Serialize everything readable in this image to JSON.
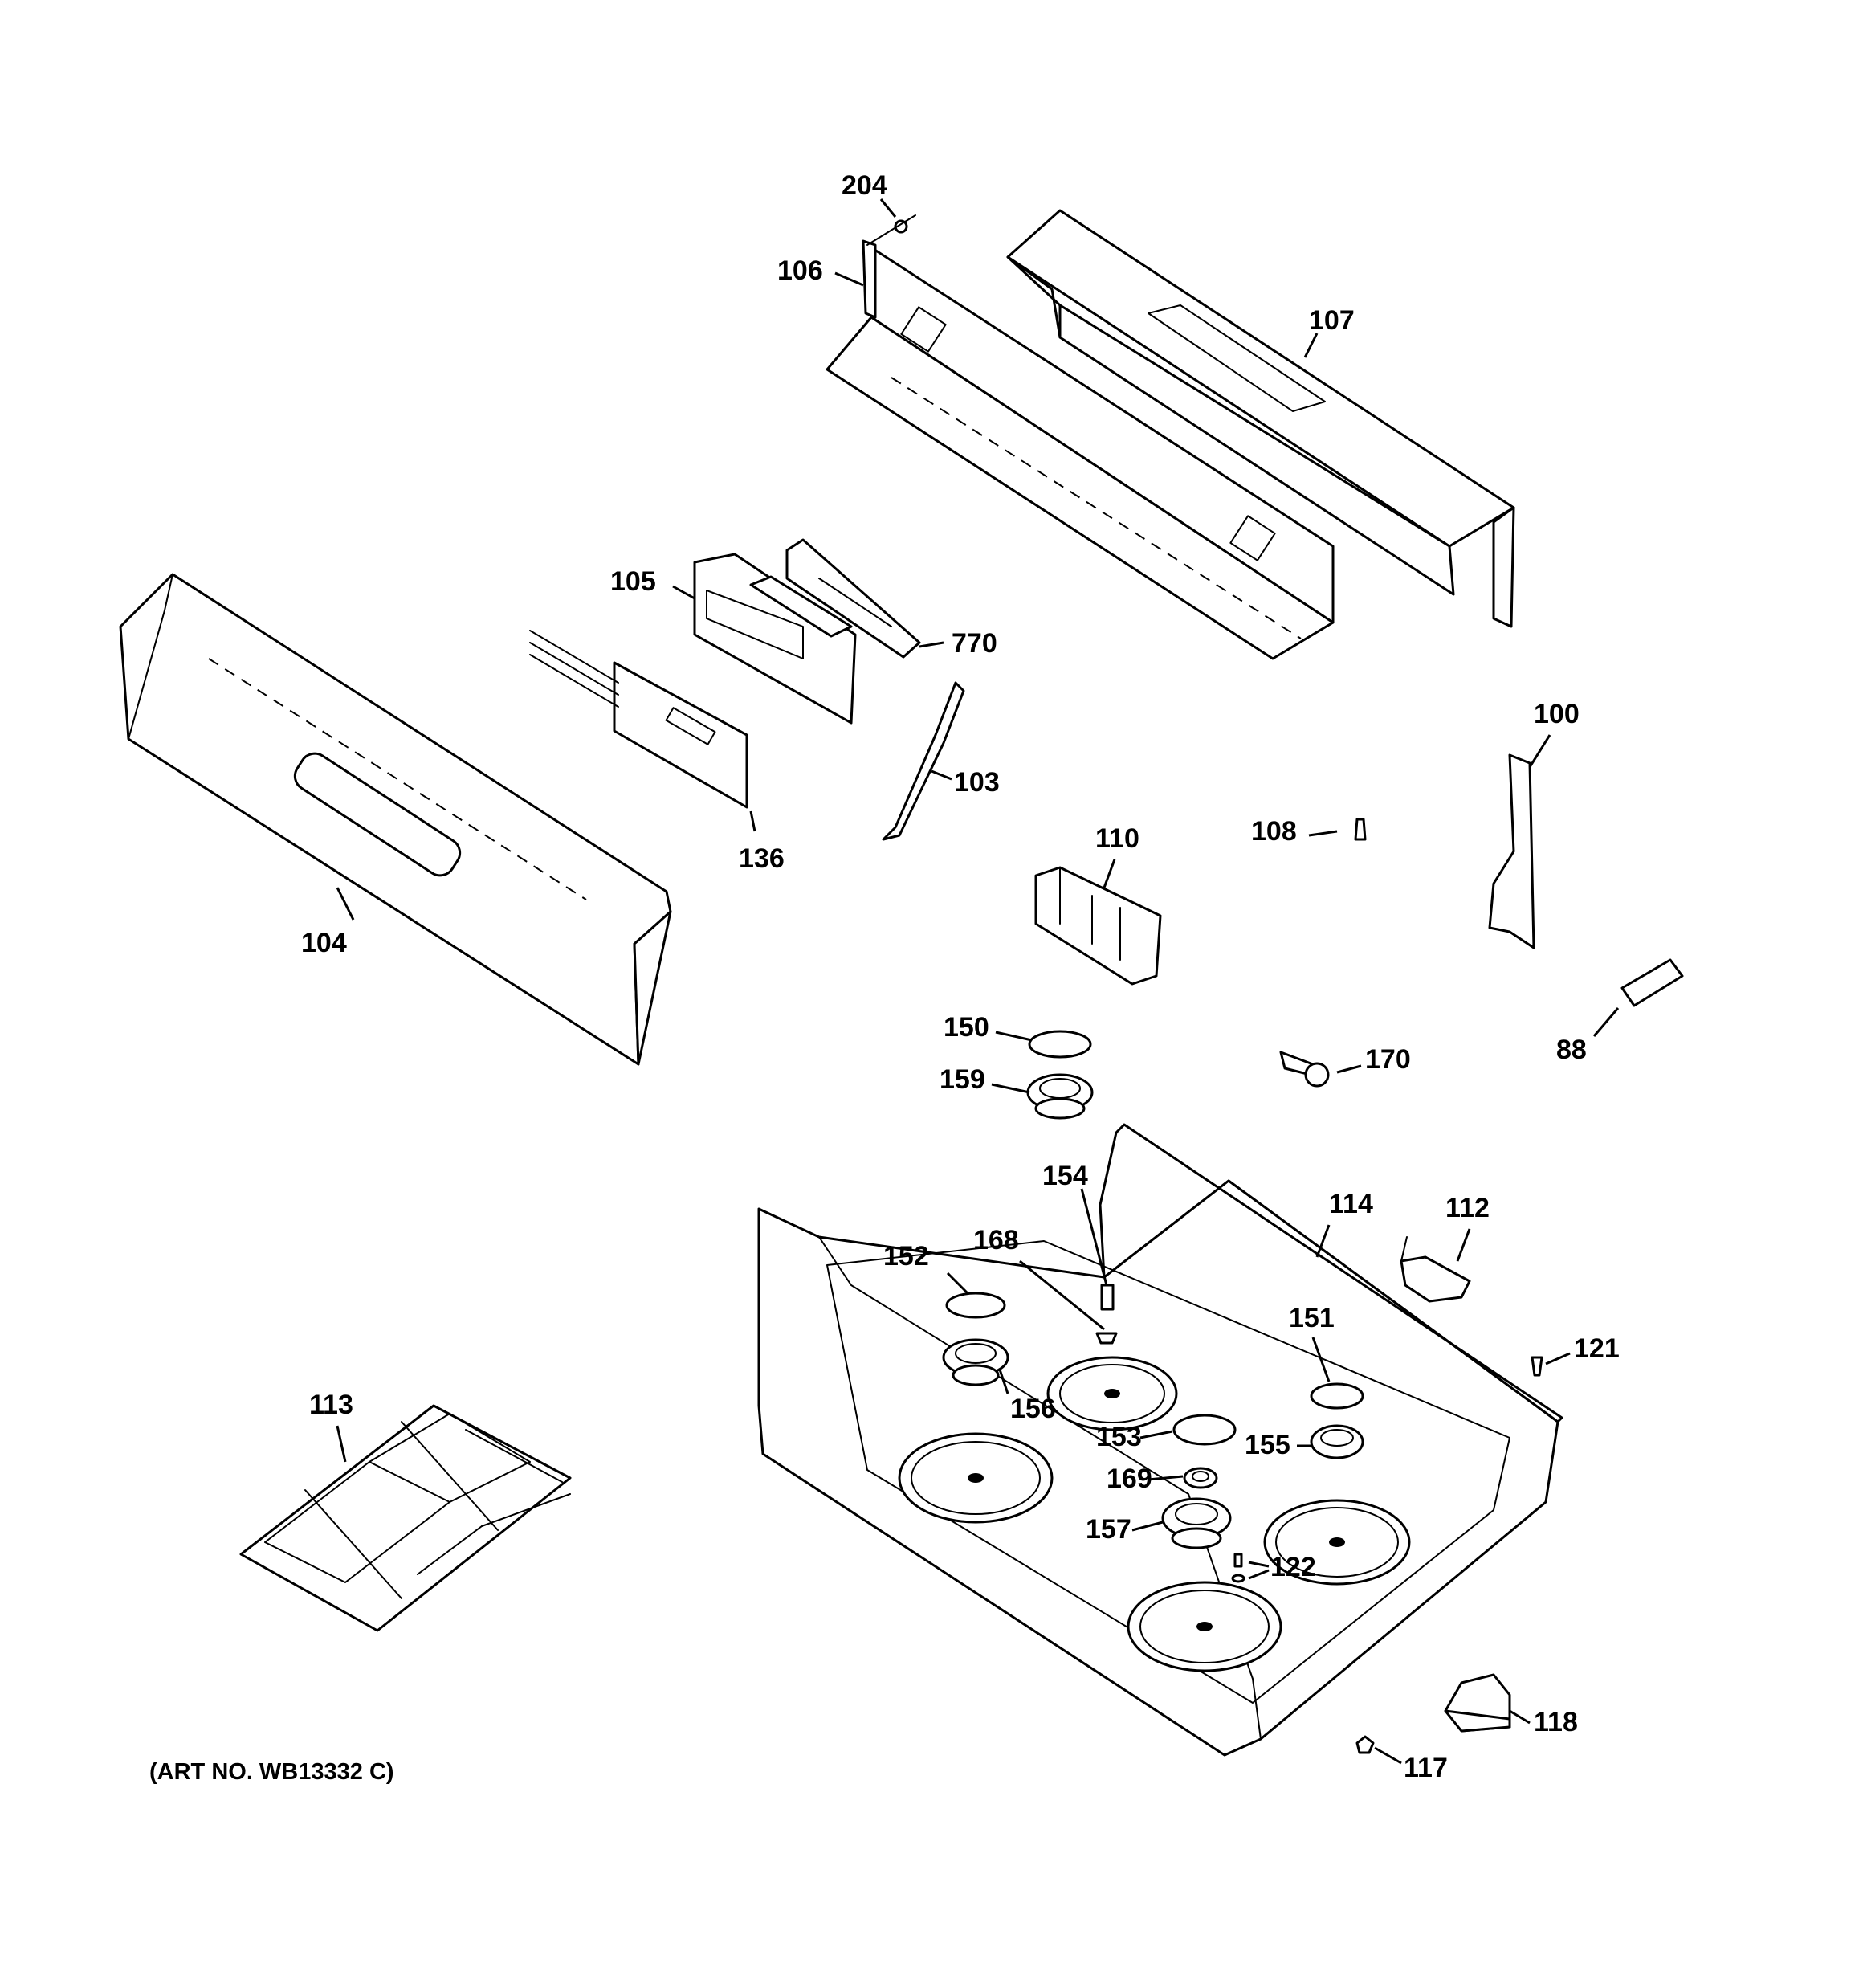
{
  "art_number": "(ART NO. WB13332 C)",
  "callouts": {
    "p88": "88",
    "p100": "100",
    "p103": "103",
    "p104": "104",
    "p105": "105",
    "p106": "106",
    "p107": "107",
    "p108": "108",
    "p110": "110",
    "p112": "112",
    "p113": "113",
    "p114": "114",
    "p117": "117",
    "p118": "118",
    "p121": "121",
    "p122": "122",
    "p136": "136",
    "p150": "150",
    "p151": "151",
    "p152": "152",
    "p153": "153",
    "p154": "154",
    "p155": "155",
    "p156": "156",
    "p157": "157",
    "p159": "159",
    "p168": "168",
    "p169": "169",
    "p170": "170",
    "p204": "204",
    "p770": "770"
  }
}
